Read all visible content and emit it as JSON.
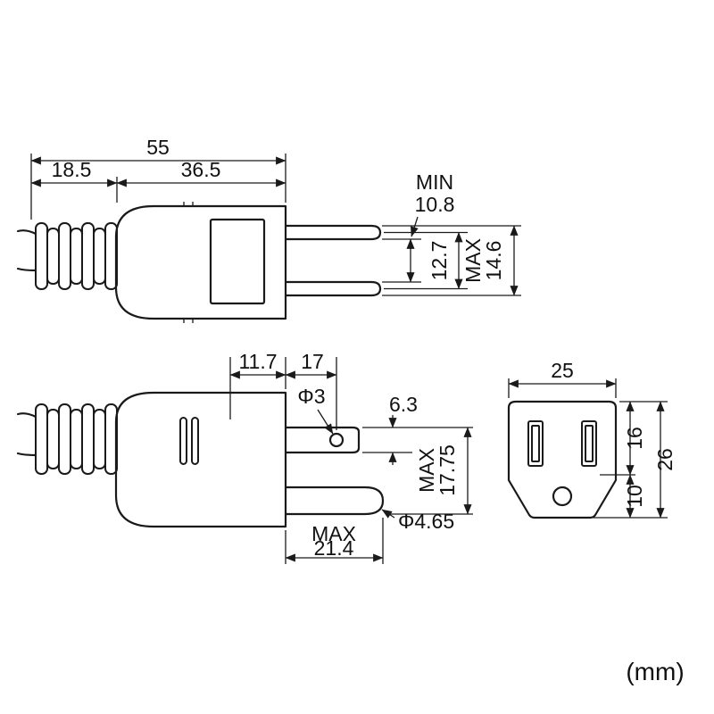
{
  "unit_label": "(mm)",
  "views": {
    "top": {
      "overall_length": "55",
      "grip_length": "18.5",
      "body_length": "36.5",
      "min_label": "MIN",
      "min_value": "10.8",
      "blade_pitch": "12.7",
      "max_label": "MAX",
      "max_value": "14.6"
    },
    "side": {
      "hole_offset": "11.7",
      "blade_to_hole": "17",
      "hole_dia": "Φ3",
      "blade_width": "6.3",
      "max_label": "MAX",
      "blade_pin_span": "17.75",
      "pin_dia": "Φ4.65",
      "pin_max_label": "MAX",
      "pin_length": "21.4"
    },
    "socket": {
      "width": "25",
      "slot_height": "16",
      "hole_height": "10",
      "total_height": "26"
    }
  }
}
